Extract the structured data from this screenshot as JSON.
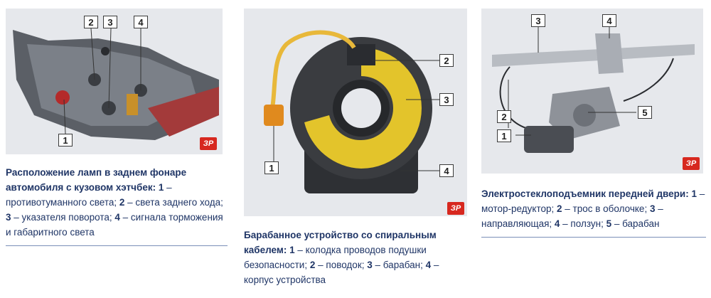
{
  "logo_text": "ЗР",
  "panels": [
    {
      "callouts": [
        "1",
        "2",
        "3",
        "4"
      ],
      "caption": {
        "title": "Расположение ламп в заднем фонаре автомобиля с кузовом хэтчбек:",
        "items": [
          {
            "num": "1",
            "text": " – противотуманного света; "
          },
          {
            "num": "2",
            "text": " – света заднего хода; "
          },
          {
            "num": "3",
            "text": " – указателя поворота; "
          },
          {
            "num": "4",
            "text": " – сигнала торможения и габаритного света"
          }
        ]
      }
    },
    {
      "callouts": [
        "1",
        "2",
        "3",
        "4"
      ],
      "caption": {
        "title": "Барабанное устройство со спиральным кабелем:",
        "items": [
          {
            "num": "1",
            "text": " – колодка проводов подушки безопасности; "
          },
          {
            "num": "2",
            "text": " – поводок; "
          },
          {
            "num": "3",
            "text": " – барабан; "
          },
          {
            "num": "4",
            "text": " – корпус устройства"
          }
        ]
      }
    },
    {
      "callouts": [
        "1",
        "2",
        "3",
        "4",
        "5"
      ],
      "caption": {
        "title": "Электростеклоподъемник передней двери:",
        "items": [
          {
            "num": "1",
            "text": " – мотор-редуктор; "
          },
          {
            "num": "2",
            "text": " – трос в оболочке; "
          },
          {
            "num": "3",
            "text": " – направляющая; "
          },
          {
            "num": "4",
            "text": " – ползун; "
          },
          {
            "num": "5",
            "text": " – барабан"
          }
        ]
      }
    }
  ]
}
